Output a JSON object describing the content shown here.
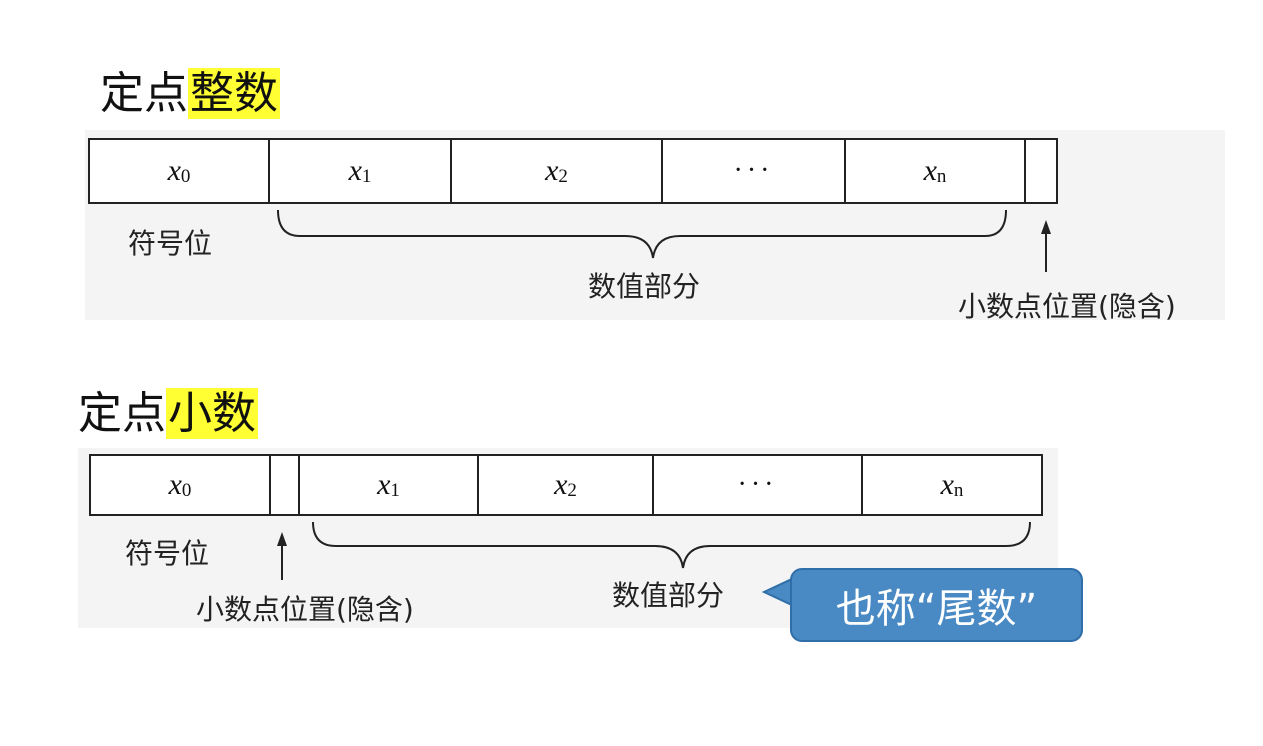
{
  "integer_section": {
    "title_plain": "定点",
    "title_highlight": "整数",
    "cells": [
      {
        "base": "x",
        "sub": "0"
      },
      {
        "base": "x",
        "sub": "1"
      },
      {
        "base": "x",
        "sub": "2"
      },
      {
        "dots": "···"
      },
      {
        "base": "x",
        "sub": "n"
      },
      {
        "empty": true
      }
    ],
    "sign_label": "符号位",
    "value_label": "数值部分",
    "point_label": "小数点位置(隐含)"
  },
  "fraction_section": {
    "title_plain": "定点",
    "title_highlight": "小数",
    "cells": [
      {
        "base": "x",
        "sub": "0"
      },
      {
        "empty": true
      },
      {
        "base": "x",
        "sub": "1"
      },
      {
        "base": "x",
        "sub": "2"
      },
      {
        "dots": "···"
      },
      {
        "base": "x",
        "sub": "n"
      }
    ],
    "sign_label": "符号位",
    "value_label": "数值部分",
    "point_label": "小数点位置(隐含)",
    "callout": "也称“尾数”"
  },
  "colors": {
    "highlight": "#ffff33",
    "callout_fill": "#4a8ac4",
    "callout_border": "#2f6ea8"
  }
}
